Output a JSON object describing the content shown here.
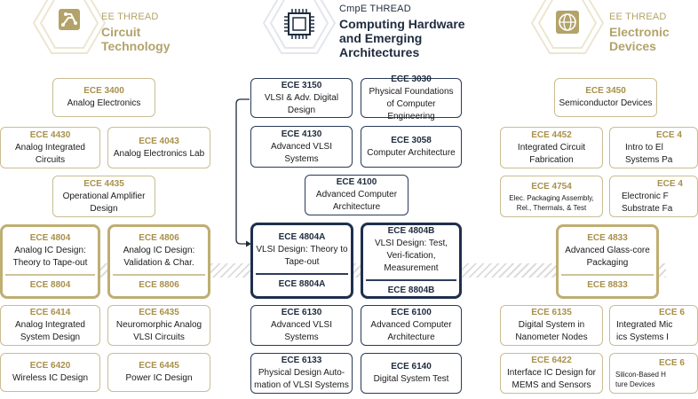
{
  "headers": {
    "ee_circuit": {
      "title": "EE THREAD",
      "subtitle": "Circuit\nTechnology"
    },
    "cmpe": {
      "title": "CmpE THREAD",
      "subtitle": "Computing Hardware\nand Emerging\nArchitectures"
    },
    "ee_devices": {
      "title": "EE THREAD",
      "subtitle": "Electronic\nDevices"
    }
  },
  "courses": {
    "ece3400": {
      "code": "ECE 3400",
      "name": "Analog Electronics"
    },
    "ece4430": {
      "code": "ECE 4430",
      "name": "Analog Integrated Circuits"
    },
    "ece4043": {
      "code": "ECE 4043",
      "name": "Analog Electronics Lab"
    },
    "ece4435": {
      "code": "ECE 4435",
      "name": "Operational Amplifier Design"
    },
    "ece4804": {
      "code": "ECE 4804",
      "name": "Analog IC Design: Theory to Tape-out",
      "code2": "ECE 8804"
    },
    "ece4806": {
      "code": "ECE 4806",
      "name": "Analog IC Design: Validation & Char.",
      "code2": "ECE 8806"
    },
    "ece6414": {
      "code": "ECE 6414",
      "name": "Analog Integrated System Design"
    },
    "ece6435": {
      "code": "ECE 6435",
      "name": "Neuromorphic Analog VLSI Circuits"
    },
    "ece6420": {
      "code": "ECE 6420",
      "name": "Wireless IC Design"
    },
    "ece6445": {
      "code": "ECE 6445",
      "name": "Power IC Design"
    },
    "ece3150": {
      "code": "ECE 3150",
      "name": "VLSI & Adv. Digital Design"
    },
    "ece3030": {
      "code": "ECE 3030",
      "name": "Physical Foundations of Computer Engineering"
    },
    "ece4130": {
      "code": "ECE 4130",
      "name": "Advanced VLSI Systems"
    },
    "ece3058": {
      "code": "ECE 3058",
      "name": "Computer Architecture"
    },
    "ece4100": {
      "code": "ECE 4100",
      "name": "Advanced Computer Architecture"
    },
    "ece4804a": {
      "code": "ECE 4804A",
      "name": "VLSI Design: Theory to Tape-out",
      "code2": "ECE 8804A"
    },
    "ece4804b": {
      "code": "ECE 4804B",
      "name": "VLSI Design: Test, Veri-fication, Measurement",
      "code2": "ECE 8804B"
    },
    "ece6130": {
      "code": "ECE 6130",
      "name": "Advanced VLSI Systems"
    },
    "ece6100": {
      "code": "ECE 6100",
      "name": "Advanced Computer Architecture"
    },
    "ece6133": {
      "code": "ECE 6133",
      "name": "Physical Design Auto-mation of VLSI Systems"
    },
    "ece6140": {
      "code": "ECE 6140",
      "name": "Digital System Test"
    },
    "ece3450": {
      "code": "ECE 3450",
      "name": "Semiconductor Devices"
    },
    "ece4452": {
      "code": "ECE 4452",
      "name": "Integrated Circuit Fabrication"
    },
    "ece44xx": {
      "code": "ECE 4",
      "name": "Intro to El Systems Pa"
    },
    "ece4754": {
      "code": "ECE 4754",
      "name": "Elec. Packaging Assembly, Rel., Thermals, & Test"
    },
    "ece47xx": {
      "code": "ECE 4",
      "name": "Electronic F Substrate Fa"
    },
    "ece4833": {
      "code": "ECE 4833",
      "name": "Advanced Glass-core Packaging",
      "code2": "ECE 8833"
    },
    "ece6135": {
      "code": "ECE 6135",
      "name": "Digital System in Nanometer Nodes"
    },
    "ece61xx": {
      "code": "ECE 6",
      "name": "Integrated Mic ics Systems I"
    },
    "ece6422": {
      "code": "ECE 6422",
      "name": "Interface IC Design for MEMS and Sensors"
    },
    "ece64xx": {
      "code": "ECE 6",
      "name": "Silicon-Based H ture Devices"
    }
  }
}
